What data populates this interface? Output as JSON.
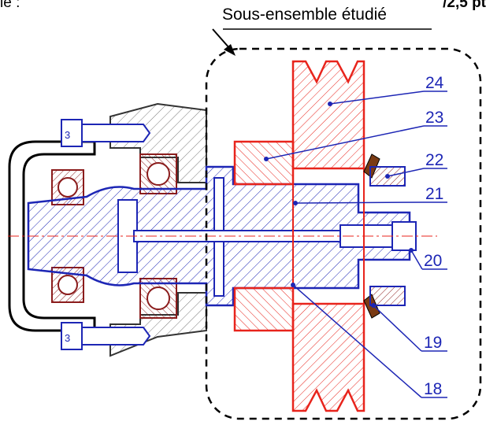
{
  "header": {
    "left_fragment": "le :",
    "right_fragment": "/2,5 pt"
  },
  "subassembly_label": "Sous-ensemble étudié",
  "part_labels": [
    {
      "id": "24",
      "label": "24"
    },
    {
      "id": "23",
      "label": "23"
    },
    {
      "id": "22",
      "label": "22"
    },
    {
      "id": "21",
      "label": "21"
    },
    {
      "id": "20",
      "label": "20"
    },
    {
      "id": "19",
      "label": "19"
    },
    {
      "id": "18",
      "label": "18"
    }
  ],
  "colors": {
    "studied_parts": "#e8241c",
    "shaft_parts": "#1d26b5",
    "housing": "#6f6f6f",
    "bearings": "#8b1c1c",
    "leader_lines": "#1d26b5",
    "boundary": "#000000"
  }
}
